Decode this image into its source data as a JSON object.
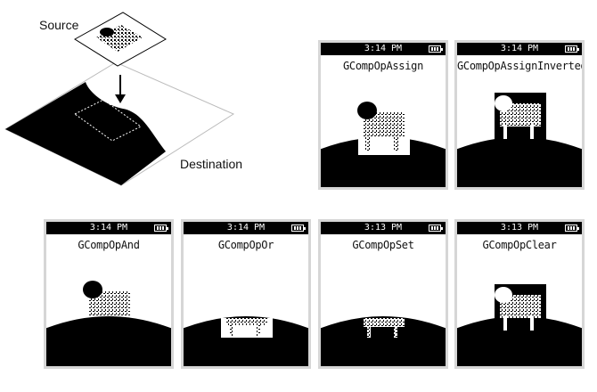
{
  "diagram": {
    "source_label": "Source",
    "destination_label": "Destination"
  },
  "watches": [
    {
      "time": "3:14 PM",
      "op": "GCompOpAssign",
      "mode": "assign"
    },
    {
      "time": "3:14 PM",
      "op": "GCompOpAssignInverted",
      "mode": "inverted"
    },
    {
      "time": "3:14 PM",
      "op": "GCompOpAnd",
      "mode": "and"
    },
    {
      "time": "3:14 PM",
      "op": "GCompOpOr",
      "mode": "or"
    },
    {
      "time": "3:13 PM",
      "op": "GCompOpSet",
      "mode": "set"
    },
    {
      "time": "3:13 PM",
      "op": "GCompOpClear",
      "mode": "clear"
    }
  ],
  "icons": {
    "battery": "battery-charging-icon",
    "arrow": "arrow-down-icon"
  }
}
